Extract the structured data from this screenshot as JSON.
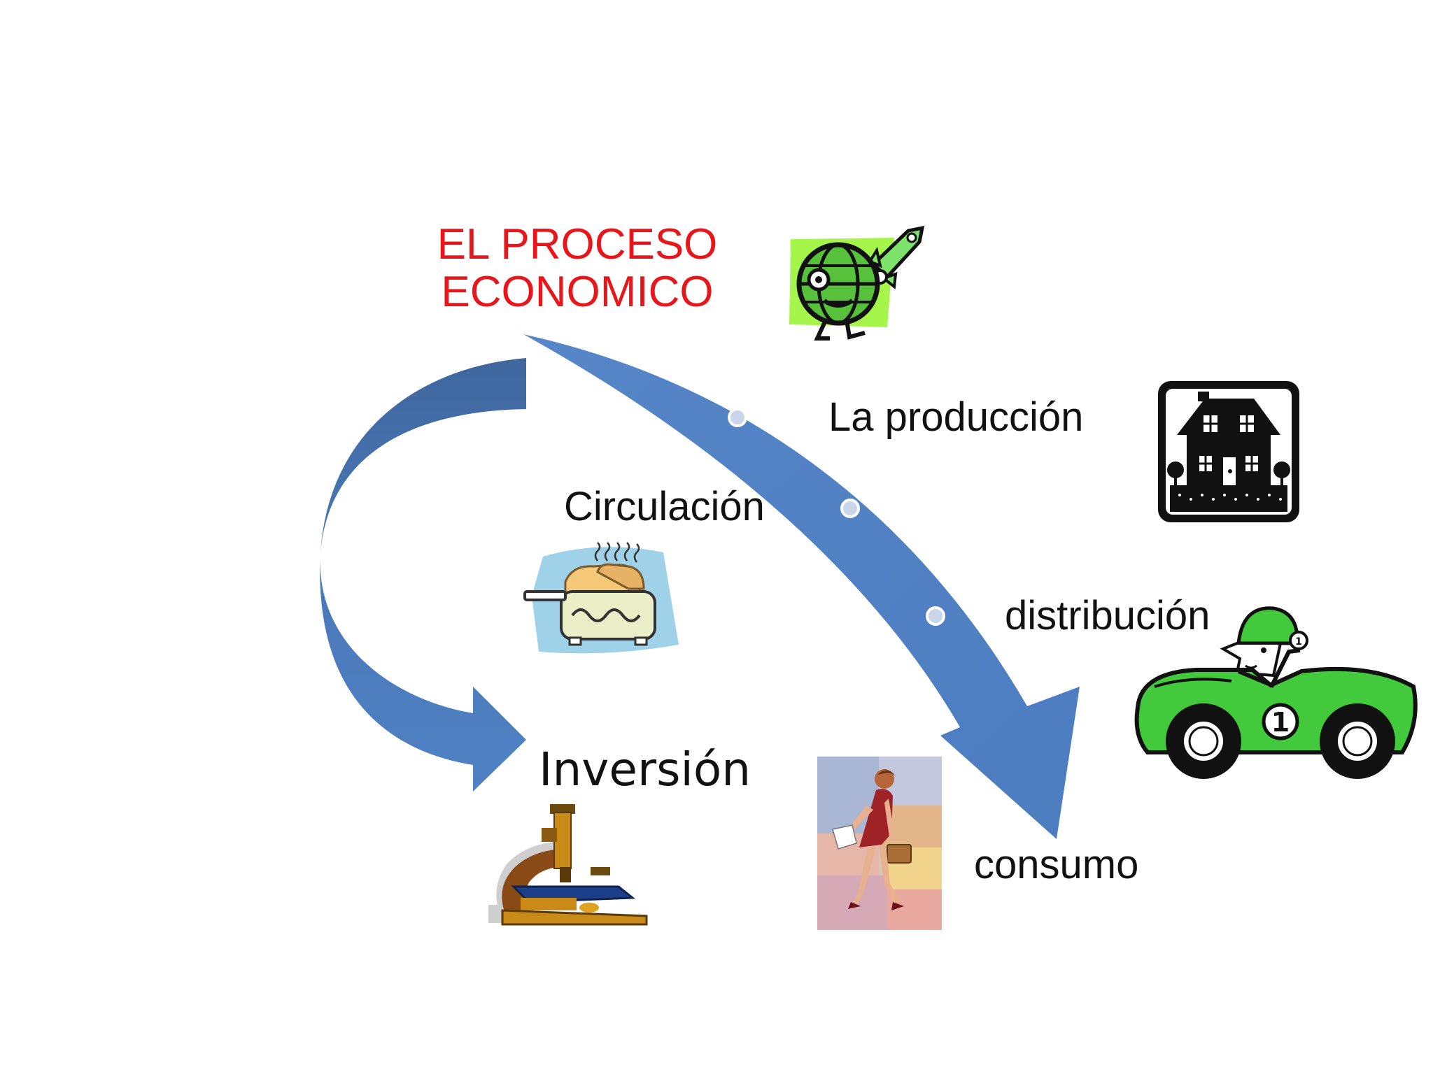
{
  "title": {
    "line1": "EL PROCESO",
    "line2": "ECONOMICO",
    "color": "#e8161b"
  },
  "labels": {
    "produccion": "La producción",
    "circulacion": "Circulación",
    "distribucion": "distribución",
    "inversion": "Inversión",
    "consumo": "consumo"
  },
  "icons": {
    "globe": "globe-rocket-icon",
    "house": "house-icon",
    "toaster": "toaster-icon",
    "car": "race-car-icon",
    "microscope": "microscope-icon",
    "woman": "walking-woman-icon"
  },
  "colors": {
    "arrow_main": "#4f81c4",
    "arrow_dark": "#3d6aa6",
    "text": "#111111"
  }
}
